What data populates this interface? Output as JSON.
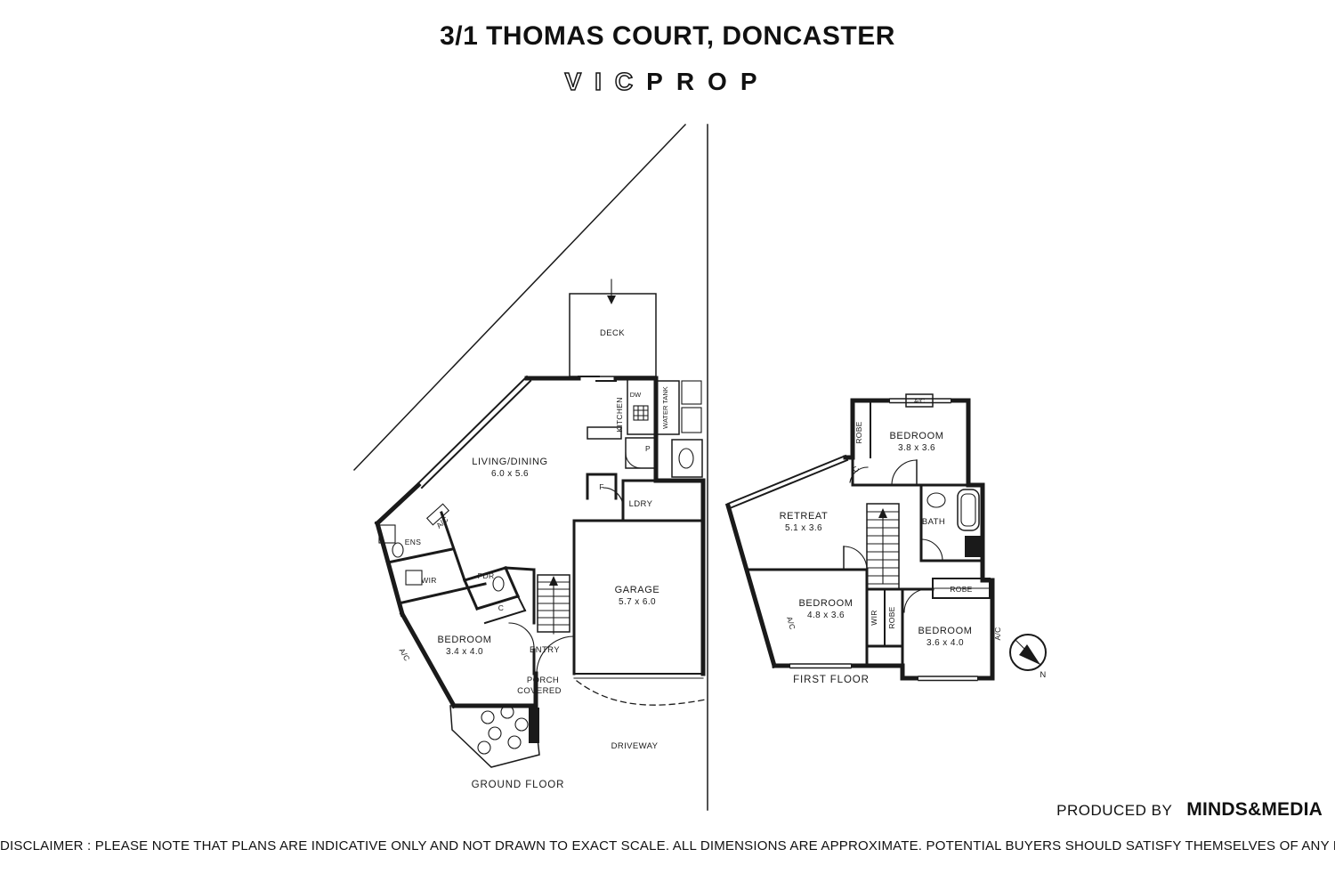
{
  "header": {
    "title": "3/1 THOMAS COURT, DONCASTER",
    "logo_vic": "VIC",
    "logo_prop": "PROP"
  },
  "ground_floor": {
    "name": "GROUND FLOOR",
    "deck": "DECK",
    "kitchen": "KITCHEN",
    "dw": "DW",
    "water_tank": "WATER TANK",
    "living_dining": "LIVING/DINING",
    "living_dining_dims": "6.0 x 5.6",
    "pantry": "P",
    "fridge": "F",
    "laundry": "LDRY",
    "ensuite": "ENS",
    "wir": "WIR",
    "powder": "PDR",
    "closet": "C",
    "bedroom": "BEDROOM",
    "bedroom_dims": "3.4 x 4.0",
    "garage": "GARAGE",
    "garage_dims": "5.7 x 6.0",
    "entry": "ENTRY",
    "porch_line1": "PORCH",
    "porch_line2": "COVERED",
    "driveway": "DRIVEWAY",
    "ac_1": "A/C",
    "ac_2": "A/C"
  },
  "first_floor": {
    "name": "FIRST FLOOR",
    "robe_bed1": "ROBE",
    "ac_top": "A/C",
    "bedroom1": "BEDROOM",
    "bedroom1_dims": "3.8 x 3.6",
    "closet": "C",
    "retreat": "RETREAT",
    "retreat_dims": "5.1 x 3.6",
    "bath": "BATH",
    "bedroom2": "BEDROOM",
    "bedroom2_dims": "4.8 x 3.6",
    "wir": "WIR",
    "robe_mid": "ROBE",
    "robe_box": "ROBE",
    "bedroom3": "BEDROOM",
    "bedroom3_dims": "3.6 x 4.0",
    "ac_left": "A/C",
    "ac_right": "A/C"
  },
  "compass": {
    "north": "N"
  },
  "footer": {
    "produced_by": "PRODUCED BY",
    "producer": "MINDS&MEDIA",
    "disclaimer": "DISCLAIMER : PLEASE NOTE THAT PLANS ARE INDICATIVE ONLY AND NOT DRAWN TO EXACT SCALE. ALL DIMENSIONS ARE APPROXIMATE. POTENTIAL BUYERS SHOULD SATISFY THEMSELVES OF ANY PERTINENT MATTERS."
  },
  "colors": {
    "wall": "#1a1a1a",
    "background": "#ffffff"
  }
}
